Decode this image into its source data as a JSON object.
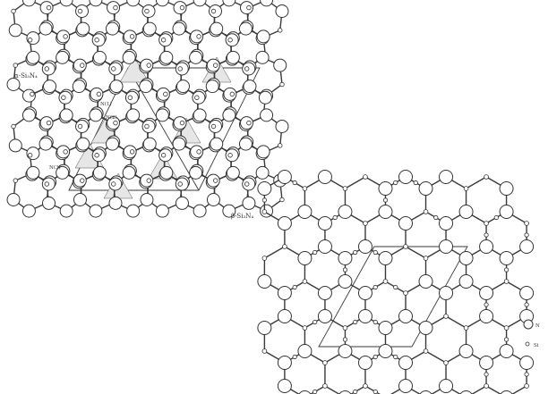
{
  "labels": {
    "alpha_title": "α-Si₃N₄",
    "beta_title": "β-Si₃N₄",
    "site_1": "N(1)",
    "site_2": "N(2)",
    "site_3": "N(3)"
  },
  "legend": {
    "n_atom": "N",
    "si_atom": "Si"
  },
  "structures": [
    {
      "id": "alpha",
      "cell_shape": "parallelogram"
    },
    {
      "id": "beta",
      "cell_shape": "rhombus"
    }
  ]
}
